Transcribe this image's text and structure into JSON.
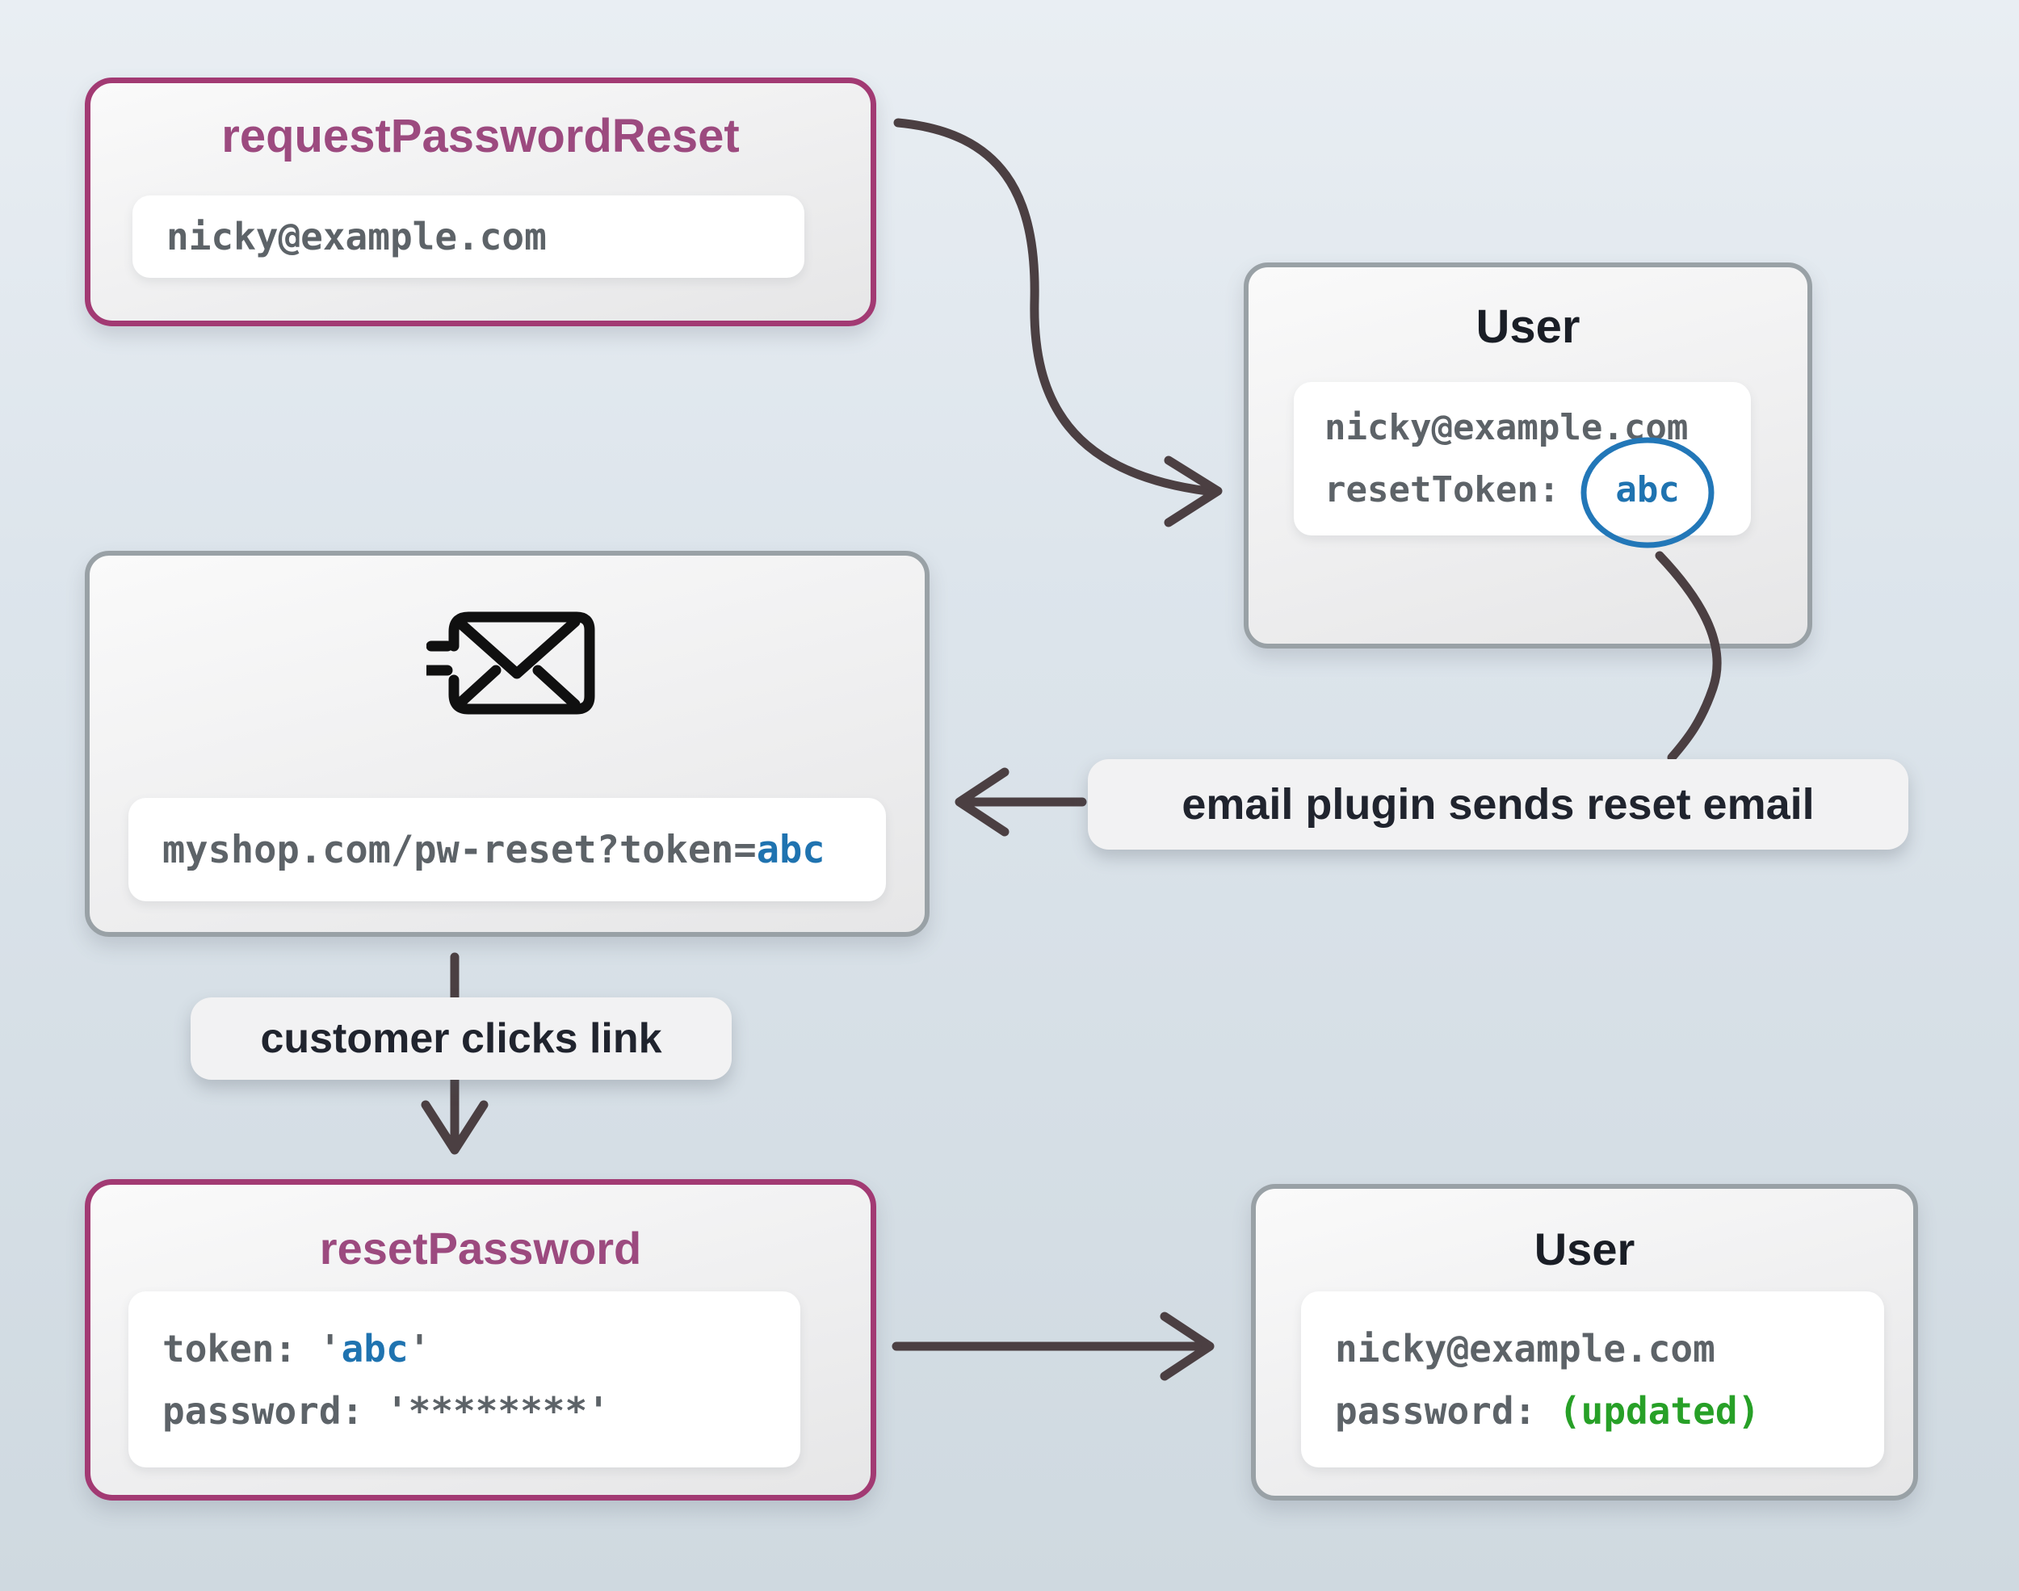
{
  "request_box": {
    "title": "requestPasswordReset",
    "email": "nicky@example.com"
  },
  "user_top_box": {
    "title": "User",
    "email": "nicky@example.com",
    "reset_token_label": "resetToken:",
    "reset_token_value": "abc"
  },
  "email_box": {
    "url_prefix": "myshop.com/pw-reset?token=",
    "token": "abc"
  },
  "reset_box": {
    "title": "resetPassword",
    "token_prefix": "token: '",
    "token_value": "abc",
    "token_suffix": "'",
    "password_line": "password: '********'"
  },
  "user_bottom_box": {
    "title": "User",
    "email": "nicky@example.com",
    "password_label": "password: ",
    "password_value": "(updated)"
  },
  "labels": {
    "email_plugin": "email plugin sends reset email",
    "customer_clicks": "customer clicks link"
  },
  "colors": {
    "purple_border": "#a23a73",
    "purple_title": "#9c4a7f",
    "token_blue": "#1f73b0",
    "circle_blue": "#2277b8",
    "updated_green": "#27a027",
    "arrow": "#4b3f42",
    "gray_border": "#99a1a6",
    "mono_gray": "#5d6368"
  }
}
